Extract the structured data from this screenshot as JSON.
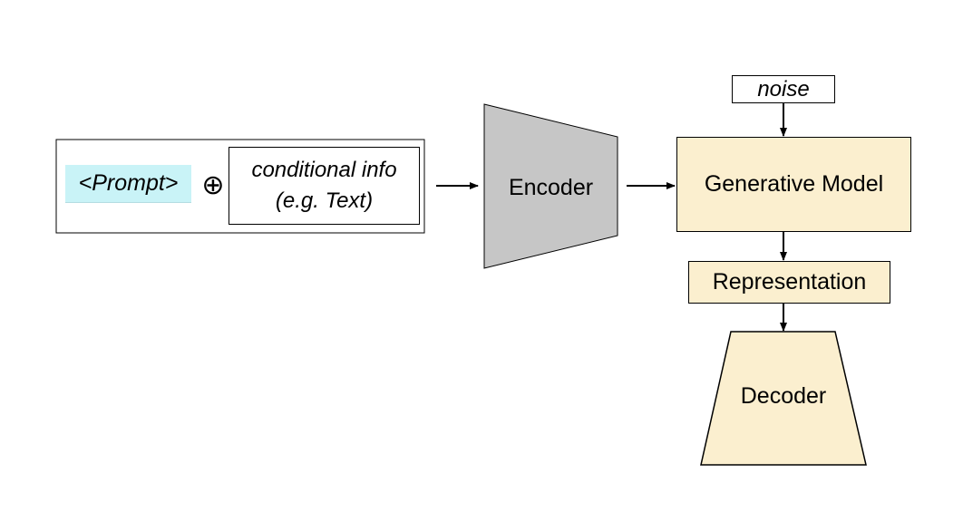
{
  "input_group": {
    "prompt_label": "<Prompt>",
    "combine_symbol": "⊕",
    "conditional_line1": "conditional info",
    "conditional_line2": "(e.g. Text)"
  },
  "encoder": {
    "label": "Encoder"
  },
  "noise": {
    "label": "noise"
  },
  "generative_model": {
    "label": "Generative Model"
  },
  "representation": {
    "label": "Representation"
  },
  "decoder": {
    "label": "Decoder"
  },
  "colors": {
    "prompt_fill": "#c9f3f7",
    "encoder_fill": "#c6c6c6",
    "model_fill": "#fbefcf",
    "stroke": "#000000"
  }
}
